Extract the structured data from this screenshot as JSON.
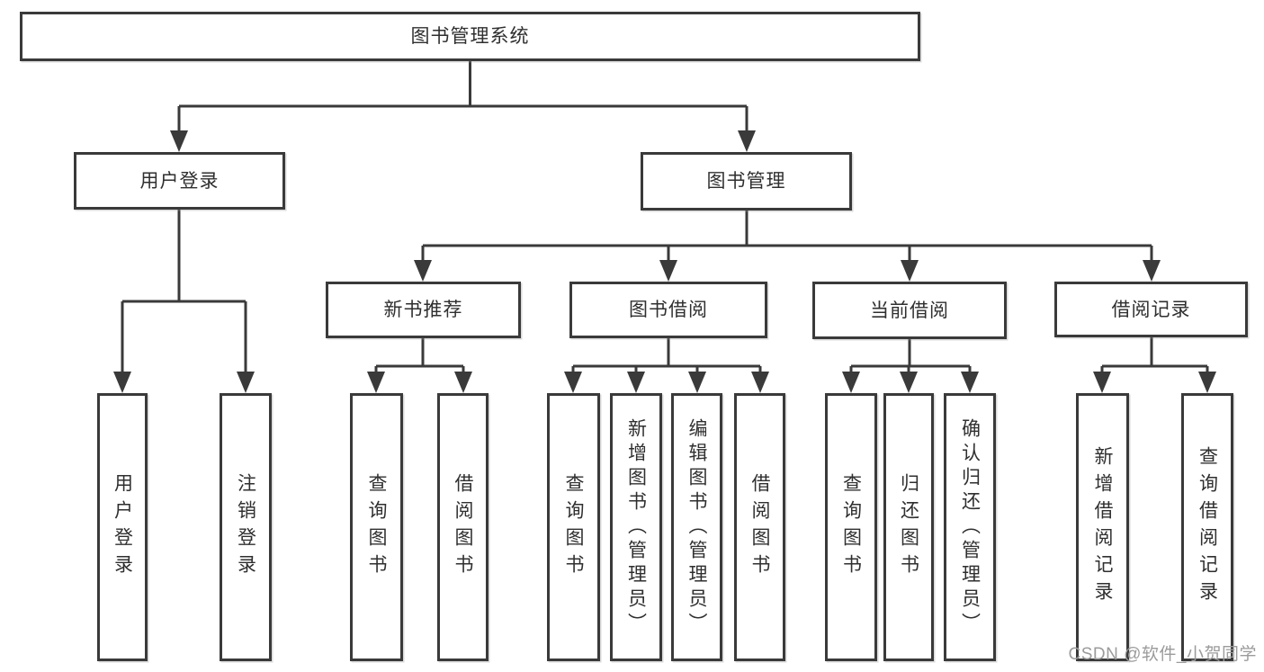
{
  "tree": {
    "label": "图书管理系统",
    "children": [
      {
        "label": "用户登录",
        "children": [
          {
            "label": "用户登录"
          },
          {
            "label": "注销登录"
          }
        ]
      },
      {
        "label": "图书管理",
        "children": [
          {
            "label": "新书推荐",
            "children": [
              {
                "label": "查询图书"
              },
              {
                "label": "借阅图书"
              }
            ]
          },
          {
            "label": "图书借阅",
            "children": [
              {
                "label": "查询图书"
              },
              {
                "label": "新增图书（管理员）"
              },
              {
                "label": "编辑图书（管理员）"
              },
              {
                "label": "借阅图书"
              }
            ]
          },
          {
            "label": "当前借阅",
            "children": [
              {
                "label": "查询图书"
              },
              {
                "label": "归还图书"
              },
              {
                "label": "确认归还（管理员）"
              }
            ]
          },
          {
            "label": "借阅记录",
            "children": [
              {
                "label": "新增借阅记录"
              },
              {
                "label": "查询借阅记录"
              }
            ]
          }
        ]
      }
    ]
  },
  "watermark": "CSDN @软件_小贺同学",
  "colors": {
    "line": "#3a3a3a",
    "box_border": "#3a3a3a",
    "box_fill": "#ffffff",
    "text": "#2f2f2f",
    "watermark": "#9b9b9b",
    "background": "#ffffff"
  }
}
